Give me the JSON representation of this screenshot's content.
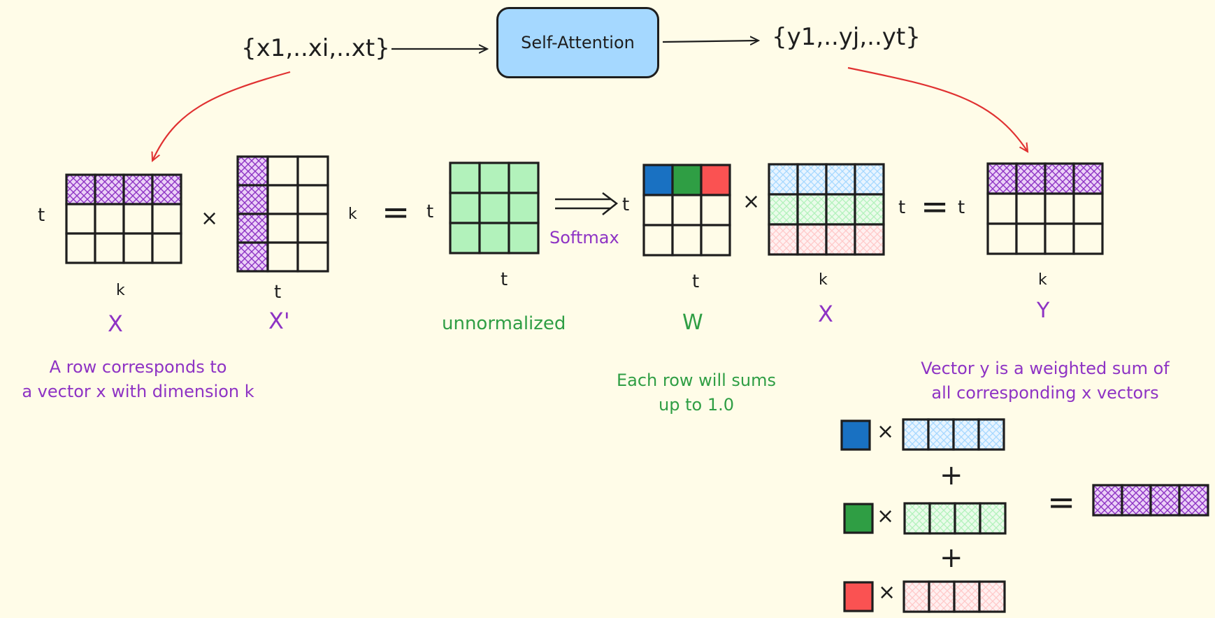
{
  "top": {
    "input_seq": "{x1,..xi,..xt}",
    "block_label": "Self-Attention",
    "output_seq": "{y1,..yj,..yt}"
  },
  "dims": {
    "t": "t",
    "k": "k",
    "times": "×",
    "equals": "=",
    "plus": "+"
  },
  "matrices": {
    "x_label": "X",
    "xt_label": "X'",
    "unnormalized_label": "unnormalized",
    "softmax_label": "Softmax",
    "w_label": "W",
    "x2_label": "X",
    "y_label": "Y"
  },
  "notes": {
    "row_note_line1": "A row corresponds to",
    "row_note_line2": "a vector x with dimension k",
    "w_note_line1": "Each row will sums",
    "w_note_line2": "up to 1.0",
    "y_note_line1": "Vector y is a weighted sum of",
    "y_note_line2": "all corresponding x vectors"
  },
  "colors": {
    "background": "#fffce8",
    "purple_hatch": "#8e33c4",
    "purple_fill": "#ebd1f7",
    "blue": "#1971c2",
    "green": "#2f9e44",
    "red": "#fa5252",
    "light_blue": "#a5d8ff",
    "light_green": "#b2f2bb",
    "light_red": "#ffc9c9",
    "arrow_red": "#e03131"
  }
}
